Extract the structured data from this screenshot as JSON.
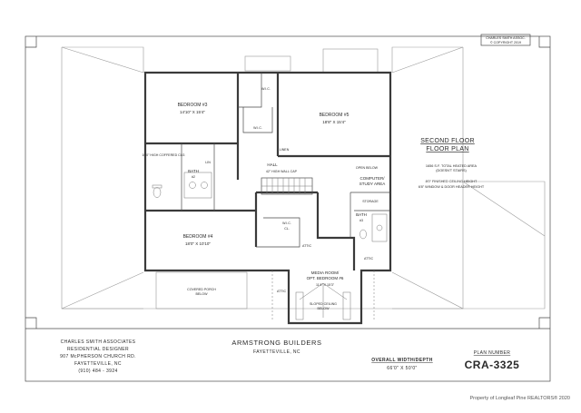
{
  "copyright": {
    "line1": "CHARLES SMITH ASSOC.",
    "line2": "© COPYRIGHT 2019"
  },
  "rooms": {
    "bedroom3": {
      "name": "BEDROOM #3",
      "dims": "14'10\" X 15'4\""
    },
    "bedroom5": {
      "name": "BEDROOM #5",
      "dims": "18'8\" X 15'4\""
    },
    "bedroom4": {
      "name": "BEDROOM #4",
      "dims": "18'0\" X 10'10\""
    },
    "media": {
      "name": "MEDIA ROOM/",
      "name2": "OPT. BEDROOM #6",
      "dims": "11'4\" X 15'3\""
    },
    "bath2": {
      "name": "BATH",
      "num": "#2"
    },
    "bath3": {
      "name": "BATH",
      "num": "#3"
    },
    "computer": {
      "name": "COMPUTER/",
      "name2": "STUDY AREA"
    },
    "hall": "HALL",
    "wic1": "W.I.C.",
    "wic2": "W.I.C.",
    "lin": "LIN",
    "linen": "LINEN",
    "storage": "STORAGE",
    "wic_closet": "W.I.C.",
    "cl": "CL."
  },
  "notes": {
    "coffer": "10'0\" HIGH COFFERED CLG",
    "knee": "42\" HIGH WALL CAP",
    "attic1": "ATTIC",
    "attic2": "ATTIC",
    "attic3": "ATTIC",
    "covered_porch": "COVERED PORCH",
    "below": "BELOW",
    "open_below": "OPEN BELOW",
    "media_ceiling": "SLOPED CEILING",
    "below2": "BELOW"
  },
  "plan_title": {
    "line1": "SECOND FLOOR",
    "line2": "FLOOR PLAN"
  },
  "plan_info": {
    "area1": "1656 S.F. TOTAL HEATED AREA",
    "area2": "(DOESN'T STAIRS)",
    "ceiling1": "8'0\" FINISHED CEILING HEIGHT",
    "ceiling2": "6'8\" WINDOW & DOOR HEADER HEIGHT"
  },
  "title_block": {
    "designer": "CHARLES SMITH ASSOCIATES",
    "role": "RESIDENTIAL DESIGNER",
    "address": "907 McPHERSON CHURCH RD.",
    "city": "FAYETTEVILLE, NC",
    "phone": "(910) 484 - 3924",
    "builder": "ARMSTRONG BUILDERS",
    "builder_city": "FAYETTEVILLE, NC",
    "overall_label": "OVERALL WIDTH/DEPTH",
    "overall_value": "66'0\" X 50'0\"",
    "plan_label": "PLAN NUMBER",
    "plan_number": "CRA-3325"
  },
  "watermark": "Property of Longleaf Pine REALTORS® 2020"
}
